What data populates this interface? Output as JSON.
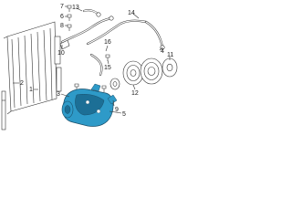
{
  "callouts": [
    {
      "id": "c1",
      "text": "1"
    },
    {
      "id": "c2",
      "text": "2"
    },
    {
      "id": "c3",
      "text": "3"
    },
    {
      "id": "c4",
      "text": "4"
    },
    {
      "id": "c5",
      "text": "5"
    },
    {
      "id": "c6",
      "text": "6"
    },
    {
      "id": "c7",
      "text": "7"
    },
    {
      "id": "c8",
      "text": "8"
    },
    {
      "id": "c9",
      "text": "9"
    },
    {
      "id": "c10",
      "text": "10"
    },
    {
      "id": "c11",
      "text": "11"
    },
    {
      "id": "c12",
      "text": "12"
    },
    {
      "id": "c13",
      "text": "13"
    },
    {
      "id": "c14",
      "text": "14"
    },
    {
      "id": "c15",
      "text": "15"
    },
    {
      "id": "c16",
      "text": "16"
    }
  ],
  "colors": {
    "line": "#333333",
    "compressor_fill": "#2e9ac8",
    "compressor_shade": "#1c6f96",
    "background": "#ffffff"
  },
  "icons": [
    "condenser",
    "ac-compressor",
    "clutch-pulley",
    "refrigerant-hose-lines",
    "bolts",
    "bracket"
  ]
}
